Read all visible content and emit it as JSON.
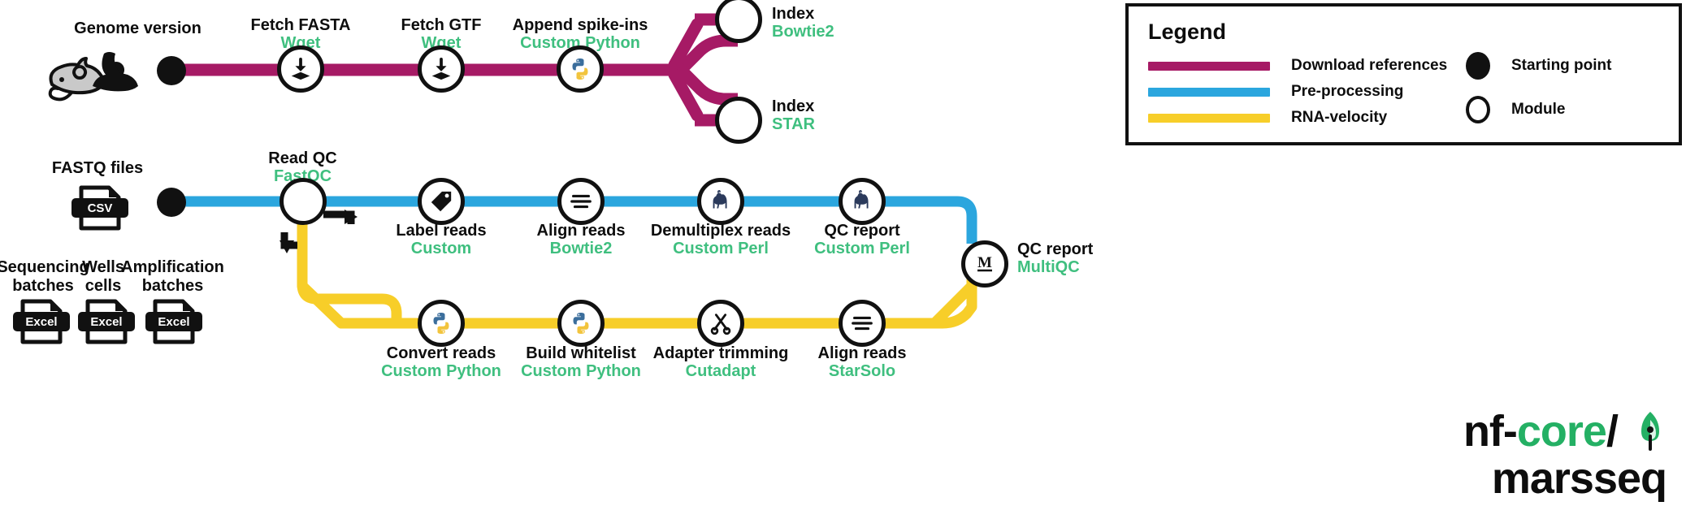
{
  "colors": {
    "download_references": "#A61A65",
    "pre_processing": "#2BA6DE",
    "rna_velocity": "#F7CE29",
    "tool_green": "#3FBF7F",
    "nfcore_green": "#24B064",
    "black": "#111111"
  },
  "legend": {
    "title": "Legend",
    "lines": [
      {
        "label": "Download references",
        "color": "#A61A65",
        "icon": "line-swatch"
      },
      {
        "label": "Pre-processing",
        "color": "#2BA6DE",
        "icon": "line-swatch"
      },
      {
        "label": "RNA-velocity",
        "color": "#F7CE29",
        "icon": "line-swatch"
      }
    ],
    "symbols": [
      {
        "label": "Starting point",
        "icon": "filled-circle-icon"
      },
      {
        "label": "Module",
        "icon": "empty-circle-icon"
      }
    ]
  },
  "inputs": [
    {
      "caption": "Genome version",
      "icon": "mouse-and-human-icon",
      "filetype": ""
    },
    {
      "caption": "FASTQ files",
      "icon": "file-icon",
      "filetype": "CSV"
    },
    {
      "caption": "Sequencing\nbatches",
      "caption_line1": "Sequencing",
      "caption_line2": "batches",
      "icon": "file-icon",
      "filetype": "Excel"
    },
    {
      "caption_line1": "Wells",
      "caption_line2": "cells",
      "icon": "file-icon",
      "filetype": "Excel"
    },
    {
      "caption_line1": "Amplification",
      "caption_line2": "batches",
      "icon": "file-icon",
      "filetype": "Excel"
    }
  ],
  "tracks": [
    {
      "name": "Download references",
      "color": "#A61A65",
      "start": {
        "label": "starting-point"
      },
      "nodes": [
        {
          "title": "Fetch FASTA",
          "tool": "Wget",
          "icon": "download-icon"
        },
        {
          "title": "Fetch GTF",
          "tool": "Wget",
          "icon": "download-icon"
        },
        {
          "title": "Append spike-ins",
          "tool": "Custom Python",
          "icon": "python-icon"
        },
        {
          "title": "Index",
          "tool": "Bowtie2",
          "icon": "empty-icon"
        },
        {
          "title": "Index",
          "tool": "STAR",
          "icon": "empty-icon"
        }
      ]
    },
    {
      "name": "Pre-processing",
      "color": "#2BA6DE",
      "nodes": [
        {
          "title": "Read QC",
          "tool": "FastQC",
          "icon": "empty-icon"
        },
        {
          "title": "Label reads",
          "tool": "Custom",
          "icon": "tag-icon"
        },
        {
          "title": "Align reads",
          "tool": "Bowtie2",
          "icon": "lines-icon"
        },
        {
          "title": "Demultiplex reads",
          "tool": "Custom Perl",
          "icon": "camel-icon"
        },
        {
          "title": "QC report",
          "tool": "Custom Perl",
          "icon": "camel-icon"
        }
      ]
    },
    {
      "name": "RNA-velocity",
      "color": "#F7CE29",
      "nodes": [
        {
          "title": "Convert reads",
          "tool": "Custom Python",
          "icon": "python-icon"
        },
        {
          "title": "Build whitelist",
          "tool": "Custom Python",
          "icon": "python-icon"
        },
        {
          "title": "Adapter trimming",
          "tool": "Cutadapt",
          "icon": "scissors-icon"
        },
        {
          "title": "Align reads",
          "tool": "StarSolo",
          "icon": "lines-icon"
        }
      ]
    }
  ],
  "final_node": {
    "title": "QC report",
    "tool": "MultiQC",
    "icon": "multiqc-m-icon",
    "glyph": "M"
  },
  "branding": {
    "line1_prefix": "nf-",
    "line1_core": "core",
    "line1_slash": "/",
    "line2": "marsseq",
    "icon": "nfcore-leaf-icon"
  }
}
